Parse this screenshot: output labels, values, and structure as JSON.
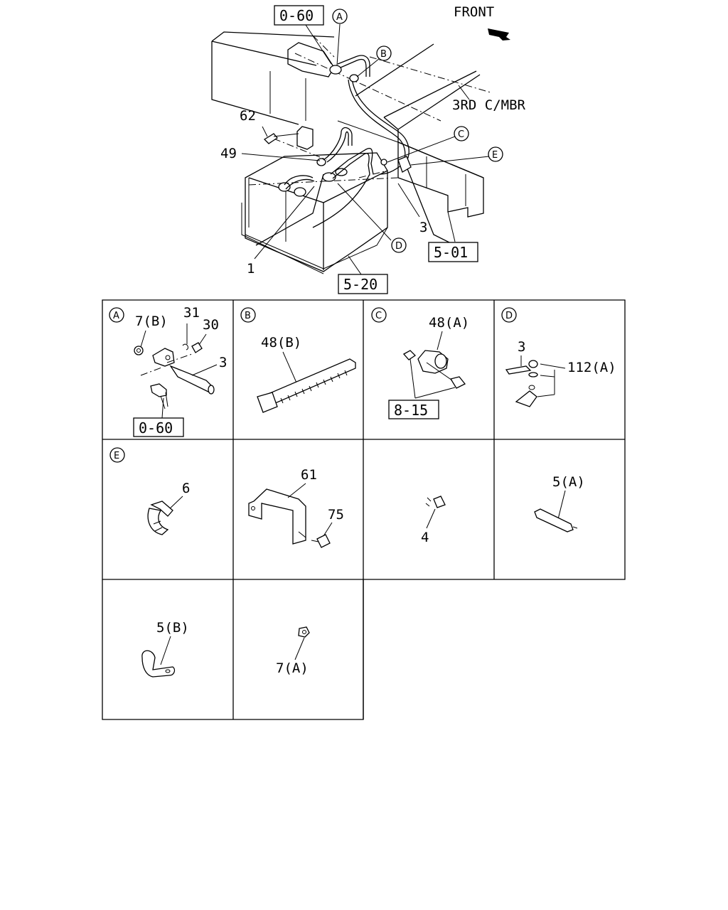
{
  "main_diagram": {
    "front_label": "FRONT",
    "crossmember_label": "3RD C/MBR",
    "ref_boxes": [
      "0-60",
      "5-01",
      "5-20"
    ],
    "callouts": [
      "A",
      "B",
      "C",
      "E",
      "D"
    ],
    "part_numbers": [
      "62",
      "49",
      "3",
      "1"
    ]
  },
  "panels": [
    {
      "id": "A",
      "circle": "A",
      "labels": [
        "7(B)",
        "31",
        "30",
        "3"
      ],
      "ref_box": "0-60"
    },
    {
      "id": "B",
      "circle": "B",
      "labels": [
        "48(B)"
      ]
    },
    {
      "id": "C",
      "circle": "C",
      "labels": [
        "48(A)"
      ],
      "ref_box": "8-15"
    },
    {
      "id": "D",
      "circle": "D",
      "labels": [
        "3",
        "112(A)"
      ]
    },
    {
      "id": "E",
      "circle": "E",
      "labels": [
        "6"
      ]
    },
    {
      "id": "p61",
      "labels": [
        "61",
        "75"
      ]
    },
    {
      "id": "p4",
      "labels": [
        "4"
      ]
    },
    {
      "id": "p5a",
      "labels": [
        "5(A)"
      ]
    },
    {
      "id": "p5b",
      "labels": [
        "5(B)"
      ]
    },
    {
      "id": "p7a",
      "labels": [
        "7(A)"
      ]
    }
  ]
}
